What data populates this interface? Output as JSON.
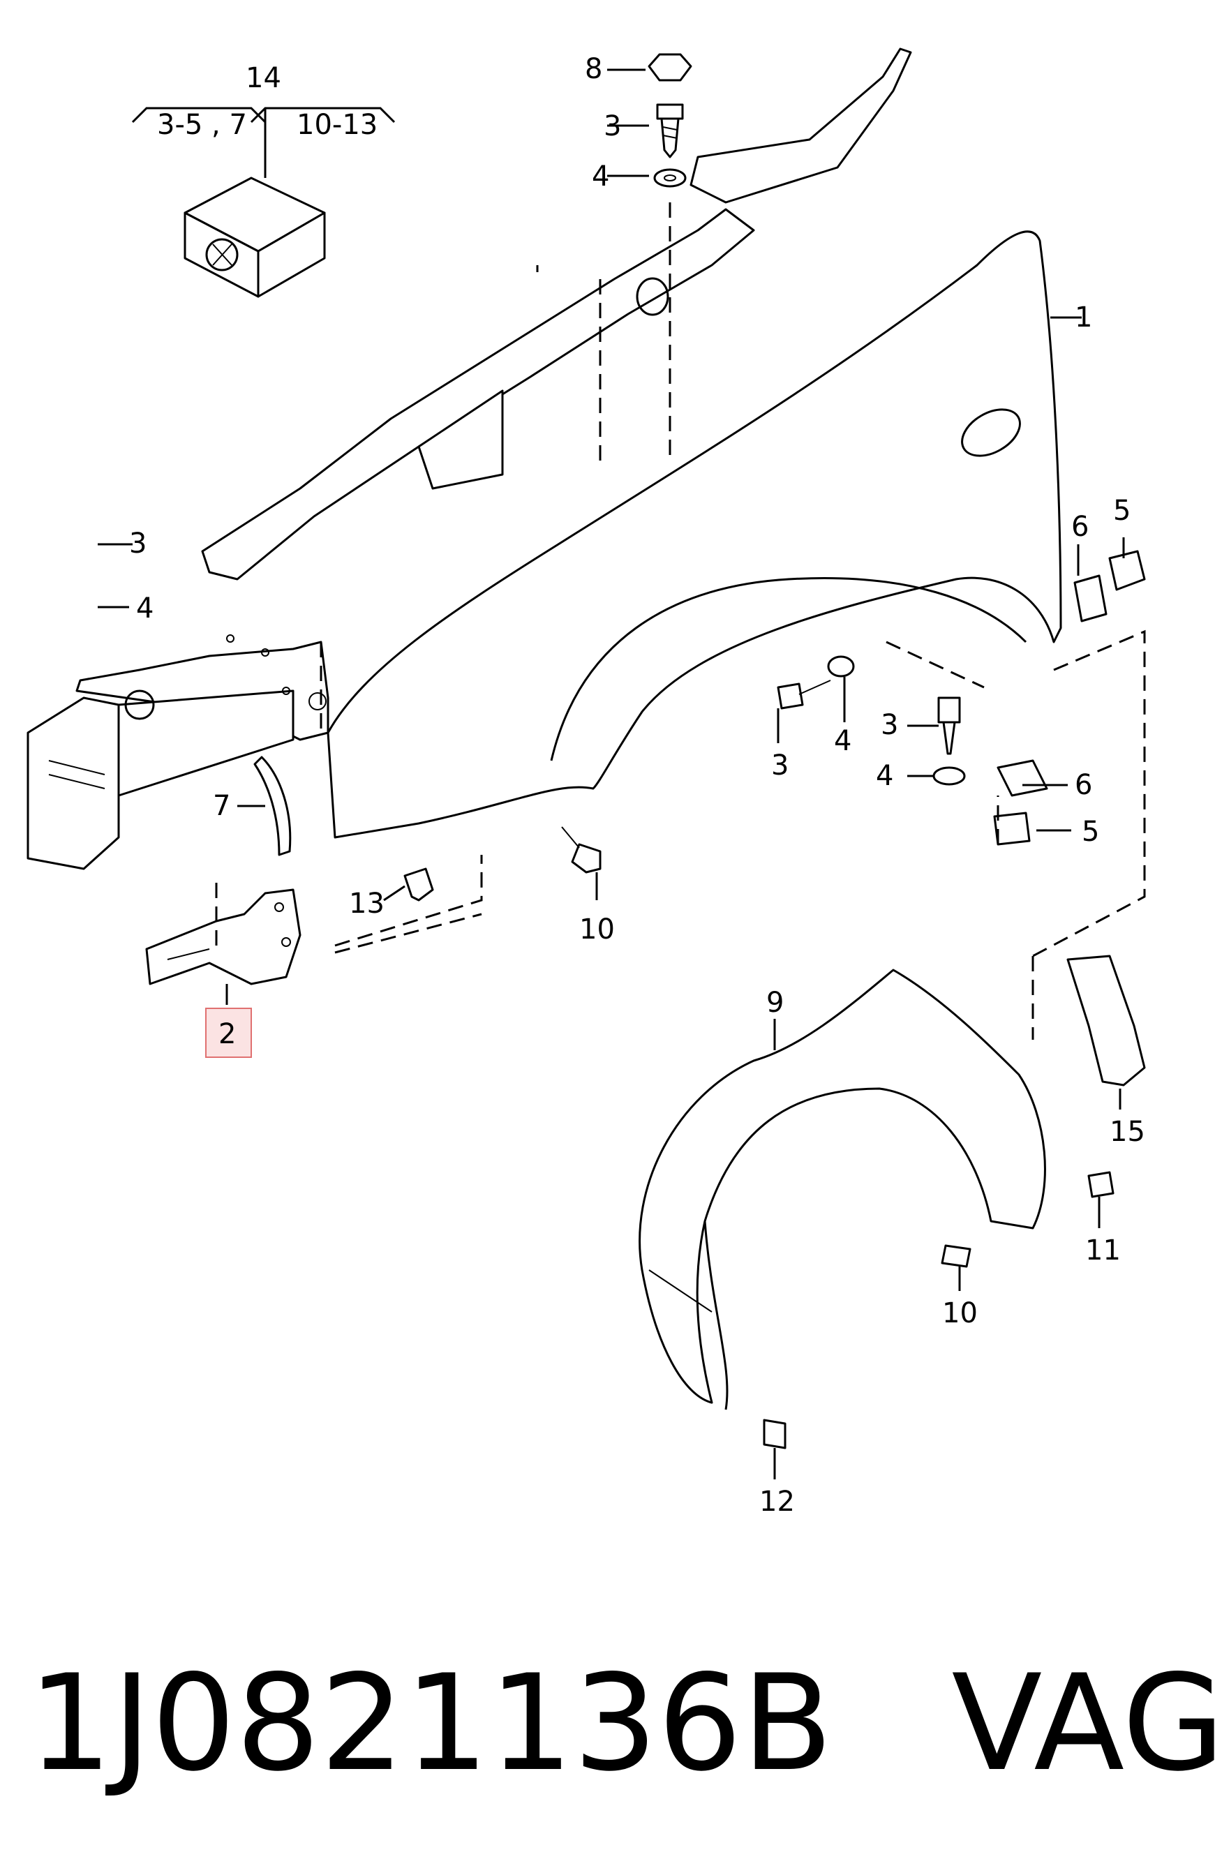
{
  "callouts": {
    "c1": "1",
    "c2": "2",
    "c3a": "3",
    "c3b": "3",
    "c3c": "3",
    "c3d": "3",
    "c4a": "4",
    "c4b": "4",
    "c4c": "4",
    "c4d": "4",
    "c5a": "5",
    "c5b": "5",
    "c6a": "6",
    "c6b": "6",
    "c7": "7",
    "c8": "8",
    "c9": "9",
    "c10a": "10",
    "c10b": "10",
    "c11": "11",
    "c12": "12",
    "c13": "13",
    "c14": "14",
    "c14_left": "3-5 , 7",
    "c14_right": "10-13",
    "c15": "15"
  },
  "highlight_color": "#e07070",
  "footer": {
    "part_number": "1J0821136B",
    "brand": "VAG"
  }
}
